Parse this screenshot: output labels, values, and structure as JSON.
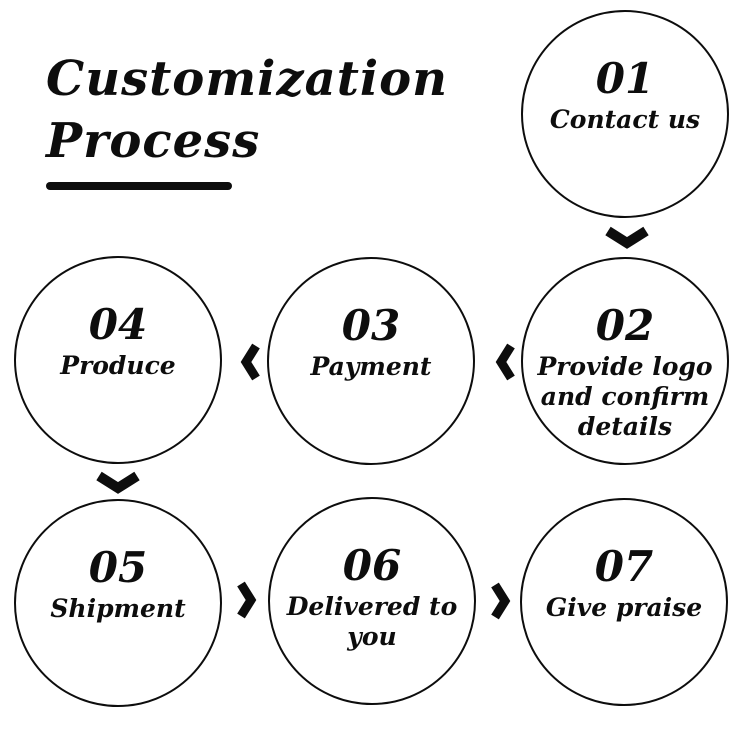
{
  "title": {
    "line1": "Customization",
    "line2": "Process"
  },
  "steps": [
    {
      "number": "01",
      "label": "Contact us"
    },
    {
      "number": "02",
      "label": "Provide logo and confirm details"
    },
    {
      "number": "03",
      "label": "Payment"
    },
    {
      "number": "04",
      "label": "Produce"
    },
    {
      "number": "05",
      "label": "Shipment"
    },
    {
      "number": "06",
      "label": "Delivered to you"
    },
    {
      "number": "07",
      "label": "Give praise"
    }
  ],
  "connectors": [
    {
      "from": "01",
      "to": "02",
      "icon": "chevron-down-icon"
    },
    {
      "from": "02",
      "to": "03",
      "icon": "chevron-left-icon"
    },
    {
      "from": "03",
      "to": "04",
      "icon": "chevron-left-icon"
    },
    {
      "from": "04",
      "to": "05",
      "icon": "chevron-down-icon"
    },
    {
      "from": "05",
      "to": "06",
      "icon": "chevron-right-icon"
    },
    {
      "from": "06",
      "to": "07",
      "icon": "chevron-right-icon"
    }
  ],
  "colors": {
    "ink": "#0d0d0d",
    "background": "#ffffff"
  }
}
